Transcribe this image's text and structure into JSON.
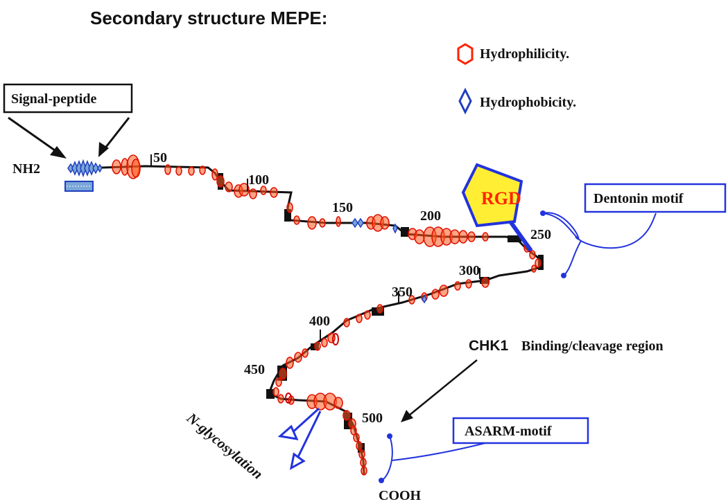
{
  "title": "Secondary structure MEPE:",
  "legend": {
    "hydrophilicity_label": "Hydrophilicity.",
    "hydrophobicity_label": "Hydrophobicity.",
    "hydrophilicity_color": "#ff2200",
    "hydrophobicity_color": "#1f3fbf"
  },
  "labels": {
    "signal_peptide": "Signal-peptide",
    "nh2": "NH2",
    "cooh": "COOH",
    "rgd": "RGD",
    "dentonin": "Dentonin motif",
    "chk1_prefix": "CHK1",
    "chk1_rest": "Binding/cleavage region",
    "asarm": "ASARM-motif",
    "n_glycosylation": "N-glycosylation"
  },
  "residue_markers": [
    "50",
    "100",
    "150",
    "200",
    "250",
    "300",
    "350",
    "400",
    "450",
    "500"
  ],
  "colors": {
    "chain": "#111111",
    "residue_fill": "#ff5a1f",
    "residue_stroke": "#e01000",
    "motif_line": "#2233dd",
    "rgd_fill": "#ffee33",
    "rgd_text": "#ff2200"
  }
}
